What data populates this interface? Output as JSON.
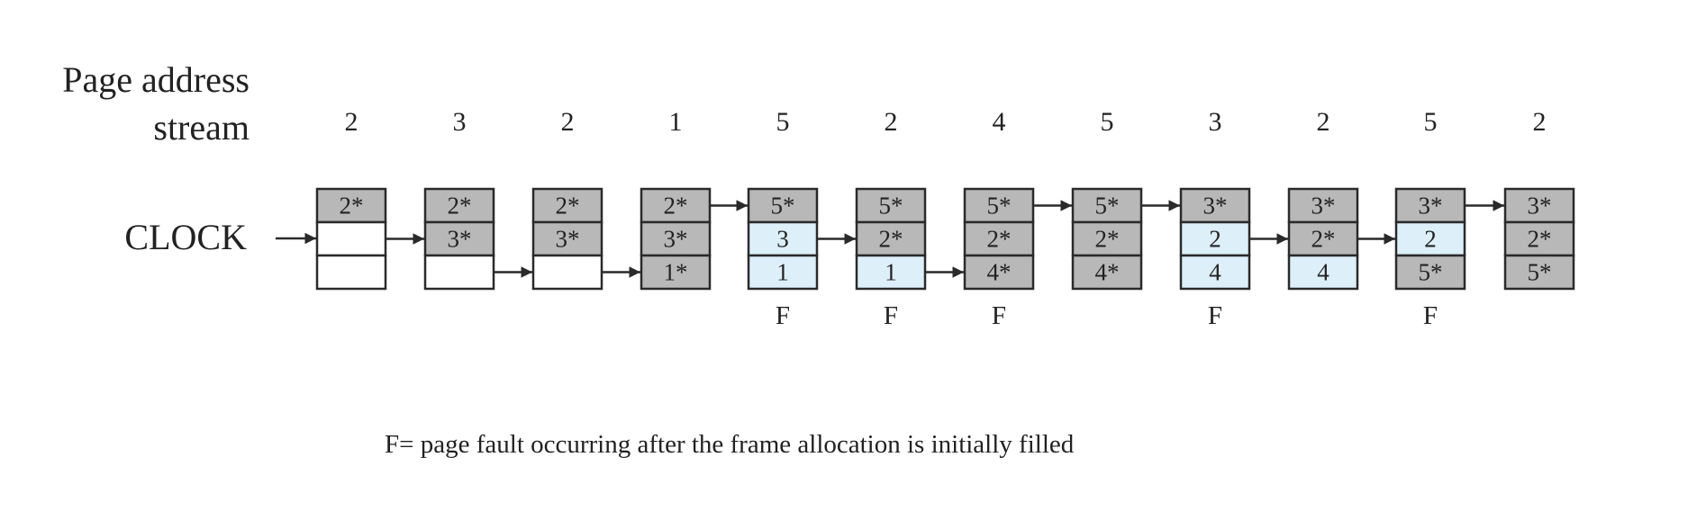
{
  "labels": {
    "page_address_line1": "Page address",
    "page_address_line2": "stream",
    "clock": "CLOCK"
  },
  "stream": [
    "2",
    "3",
    "2",
    "1",
    "5",
    "2",
    "4",
    "5",
    "3",
    "2",
    "5",
    "2"
  ],
  "columns": [
    {
      "cells": [
        {
          "text": "2*",
          "style": "gray"
        },
        {
          "text": "",
          "style": "empty"
        },
        {
          "text": "",
          "style": "empty"
        }
      ],
      "pointer": 1,
      "fault": ""
    },
    {
      "cells": [
        {
          "text": "2*",
          "style": "gray"
        },
        {
          "text": "3*",
          "style": "gray"
        },
        {
          "text": "",
          "style": "empty"
        }
      ],
      "pointer": 2,
      "fault": ""
    },
    {
      "cells": [
        {
          "text": "2*",
          "style": "gray"
        },
        {
          "text": "3*",
          "style": "gray"
        },
        {
          "text": "",
          "style": "empty"
        }
      ],
      "pointer": 2,
      "fault": ""
    },
    {
      "cells": [
        {
          "text": "2*",
          "style": "gray"
        },
        {
          "text": "3*",
          "style": "gray"
        },
        {
          "text": "1*",
          "style": "gray"
        }
      ],
      "pointer": 0,
      "fault": ""
    },
    {
      "cells": [
        {
          "text": "5*",
          "style": "gray"
        },
        {
          "text": "3",
          "style": "blue"
        },
        {
          "text": "1",
          "style": "blue"
        }
      ],
      "pointer": 1,
      "fault": "F"
    },
    {
      "cells": [
        {
          "text": "5*",
          "style": "gray"
        },
        {
          "text": "2*",
          "style": "gray"
        },
        {
          "text": "1",
          "style": "blue"
        }
      ],
      "pointer": 2,
      "fault": "F"
    },
    {
      "cells": [
        {
          "text": "5*",
          "style": "gray"
        },
        {
          "text": "2*",
          "style": "gray"
        },
        {
          "text": "4*",
          "style": "gray"
        }
      ],
      "pointer": 0,
      "fault": "F"
    },
    {
      "cells": [
        {
          "text": "5*",
          "style": "gray"
        },
        {
          "text": "2*",
          "style": "gray"
        },
        {
          "text": "4*",
          "style": "gray"
        }
      ],
      "pointer": 0,
      "fault": ""
    },
    {
      "cells": [
        {
          "text": "3*",
          "style": "gray"
        },
        {
          "text": "2",
          "style": "blue"
        },
        {
          "text": "4",
          "style": "blue"
        }
      ],
      "pointer": 1,
      "fault": "F"
    },
    {
      "cells": [
        {
          "text": "3*",
          "style": "gray"
        },
        {
          "text": "2*",
          "style": "gray"
        },
        {
          "text": "4",
          "style": "blue"
        }
      ],
      "pointer": 1,
      "fault": ""
    },
    {
      "cells": [
        {
          "text": "3*",
          "style": "gray"
        },
        {
          "text": "2",
          "style": "blue"
        },
        {
          "text": "5*",
          "style": "gray"
        }
      ],
      "pointer": 0,
      "fault": "F"
    },
    {
      "cells": [
        {
          "text": "3*",
          "style": "gray"
        },
        {
          "text": "2*",
          "style": "gray"
        },
        {
          "text": "5*",
          "style": "gray"
        }
      ],
      "pointer": 0,
      "fault": ""
    }
  ],
  "caption": "F= page fault occurring after the frame allocation is initially filled",
  "colors": {
    "gray_cell": "#b8b8b8",
    "blue_cell": "#ddeff9",
    "empty_cell": "#ffffff",
    "stroke": "#2a2a2a",
    "text": "#222222"
  }
}
